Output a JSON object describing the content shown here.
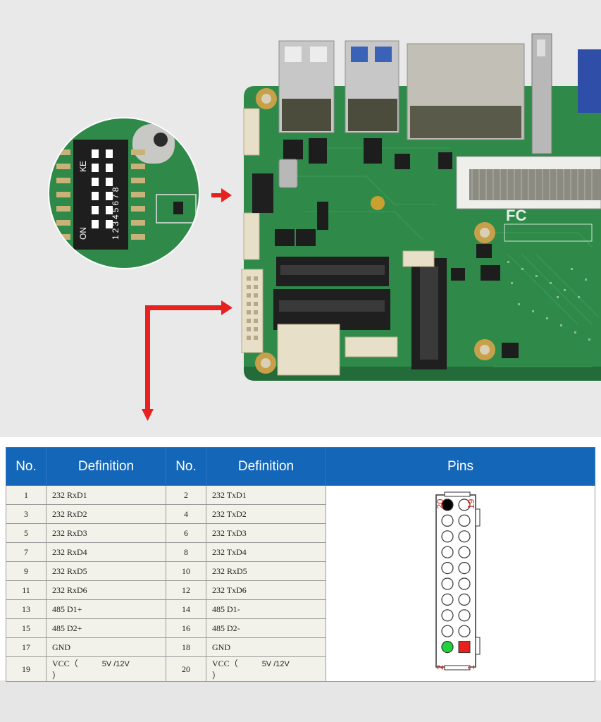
{
  "colors": {
    "header_bg": "#1466b8",
    "row_bg": "#f3f2ea",
    "arrow": "#e8201e",
    "board_green": "#2f8a4a",
    "pin1_marker": "#e8201e",
    "pin2_marker": "#1fd33a",
    "pin20_marker": "#000000"
  },
  "table": {
    "headers": [
      "No.",
      "Definition",
      "No.",
      "Definition",
      "Pins"
    ],
    "rows": [
      {
        "no_odd": "1",
        "def_odd": "232 RxD1",
        "no_even": "2",
        "def_even": "232 TxD1"
      },
      {
        "no_odd": "3",
        "def_odd": "232 RxD2",
        "no_even": "4",
        "def_even": "232 TxD2"
      },
      {
        "no_odd": "5",
        "def_odd": "232 RxD3",
        "no_even": "6",
        "def_even": "232 TxD3"
      },
      {
        "no_odd": "7",
        "def_odd": "232 RxD4",
        "no_even": "8",
        "def_even": "232 TxD4"
      },
      {
        "no_odd": "9",
        "def_odd": "232 RxD5",
        "no_even": "10",
        "def_even": "232 RxD5"
      },
      {
        "no_odd": "11",
        "def_odd": "232 RxD6",
        "no_even": "12",
        "def_even": "232 TxD6"
      },
      {
        "no_odd": "13",
        "def_odd": "485 D1+",
        "no_even": "14",
        "def_even": "485 D1-"
      },
      {
        "no_odd": "15",
        "def_odd": "485 D2+",
        "no_even": "16",
        "def_even": "485 D2-"
      },
      {
        "no_odd": "17",
        "def_odd": "GND",
        "no_even": "18",
        "def_even": "GND"
      }
    ],
    "vcc_row": {
      "no_odd": "19",
      "vcc_label_odd": "VCC（",
      "volt_odd": "5V /12V",
      "close_odd": "）",
      "no_even": "20",
      "vcc_label_even": "VCC（",
      "volt_even": "5V /12V",
      "close_even": "）"
    }
  },
  "pin_diagram": {
    "top_label_left": "20",
    "top_label_right": "19",
    "bottom_label_left": "2",
    "bottom_label_right": "1"
  },
  "zoom_chip": {
    "side_label": "ON",
    "top_label": "KE",
    "numbers": "12345678"
  },
  "board": {
    "fc_mark": "FC"
  }
}
